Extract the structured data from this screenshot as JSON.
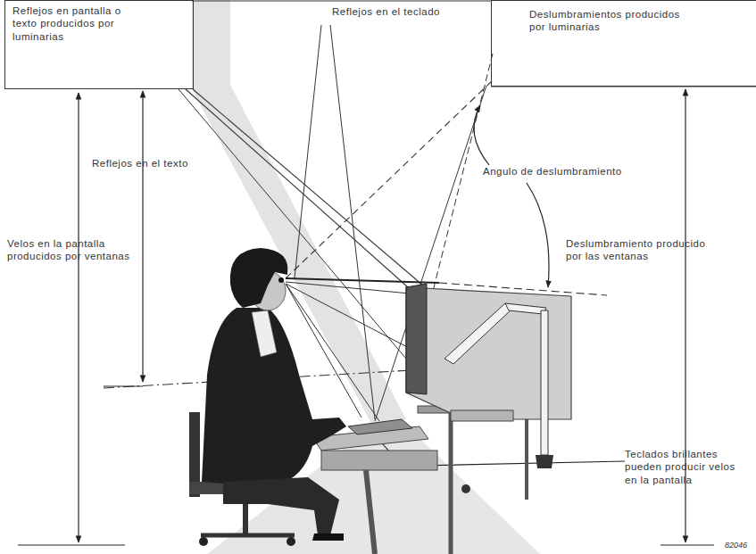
{
  "diagram": {
    "nodes": [
      {
        "text": [
          "Reflejos en pantalla o texto producidos por luminarias"
        ]
      },
      {
        "text": [
          "Deslumbramientos producidos por luminarias"
        ]
      }
    ],
    "edges": [],
    "labels": [
      "Reflejos en el teclado",
      "Reflejos en el texto",
      "Angulo de deslumbramiento",
      "Velos en la pantalla producidos por ventanas",
      "Deslumbramiento producido por las ventanas",
      "Teclados brillantes pueden producir velos en la pantalla",
      "82046"
    ]
  }
}
